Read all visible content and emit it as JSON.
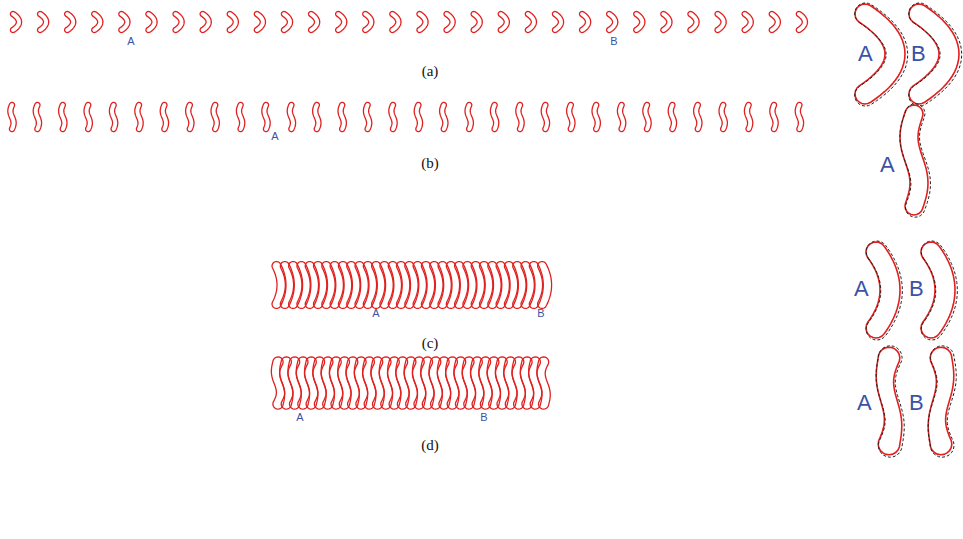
{
  "diagram": {
    "nodes": [
      {
        "text": [
          "A"
        ]
      },
      {
        "text": [
          "B"
        ]
      },
      {
        "text": [
          "A"
        ]
      },
      {
        "text": [
          "A"
        ]
      },
      {
        "text": [
          "B"
        ]
      },
      {
        "text": [
          "A"
        ]
      },
      {
        "text": [
          "B"
        ]
      }
    ],
    "labels": [
      "A",
      "B",
      "(a)",
      "A",
      "(b)",
      "A",
      "B",
      "(c)",
      "A",
      "B",
      "(d)"
    ]
  }
}
